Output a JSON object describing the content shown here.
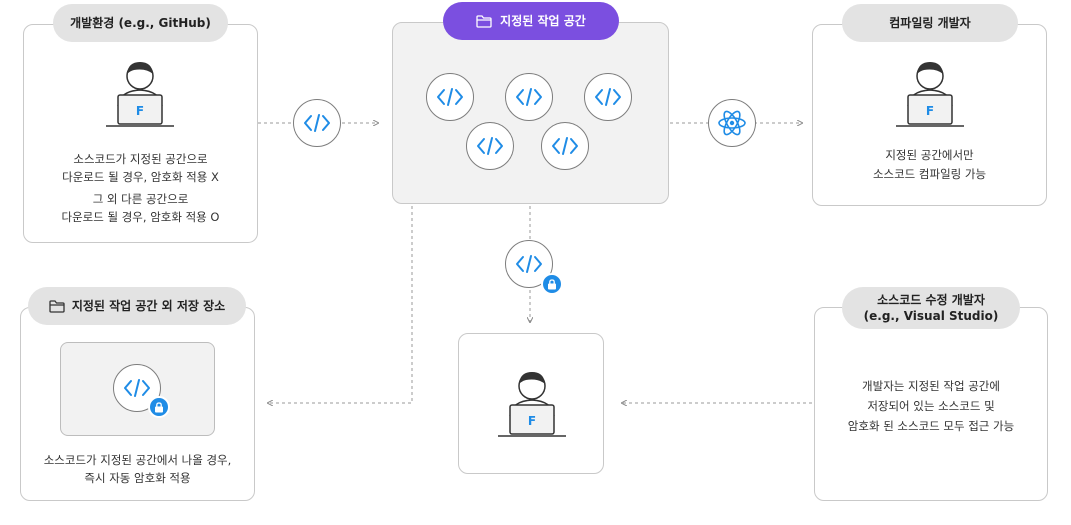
{
  "dev_env": {
    "title": "개발환경 (e.g., GitHub)",
    "line1": "소스코드가 지정된 공간으로",
    "line2": "다운로드 될 경우, 암호화 적용 X",
    "line3": "그 외 다른 공간으로",
    "line4": "다운로드 될 경우, 암호화 적용 O",
    "laptop_label": "F"
  },
  "workspace": {
    "title": "지정된 작업 공간",
    "icon": "folder-icon"
  },
  "compile_dev": {
    "title": "컴파일링 개발자",
    "line1": "지정된 공간에서만",
    "line2": "소스코드 컴파일링 가능",
    "laptop_label": "F"
  },
  "outside_storage": {
    "title": "지정된 작업 공간 외 저장 장소",
    "icon": "folder-icon",
    "line1": "소스코드가 지정된 공간에서  나올 경우,",
    "line2": "즉시 자동 암호화 적용"
  },
  "center_dev": {
    "laptop_label": "F"
  },
  "modify_dev": {
    "title_line1": "소스코드 수정 개발자",
    "title_line2": "(e.g., Visual Studio)",
    "line1": "개발자는 지정된 작업 공간에",
    "line2": "저장되어 있는 소스코드 및",
    "line3": "암호화 된 소스코드 모두 접근 가능"
  },
  "colors": {
    "accent_purple": "#7b4fe0",
    "code_blue": "#1f8ce6",
    "border_gray": "#c9c9c9",
    "pill_gray": "#e3e3e3"
  }
}
